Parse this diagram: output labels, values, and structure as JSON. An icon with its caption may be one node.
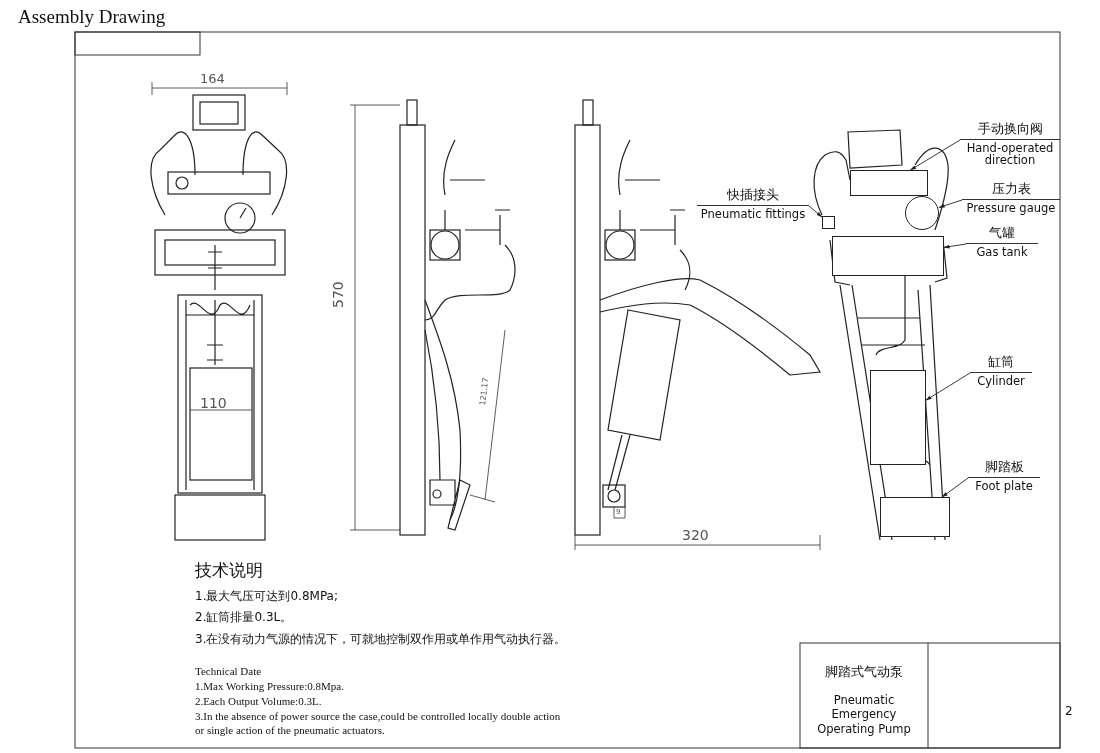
{
  "diagram": {
    "title": "Assembly Drawing",
    "nodes": [
      {
        "text": [
          "快插接头",
          "Pneumatic fittings"
        ]
      },
      {
        "text": [
          "手动换向阀",
          "Hand-operated direction"
        ]
      },
      {
        "text": [
          "压力表",
          "Pressure gauge"
        ]
      },
      {
        "text": [
          "气罐",
          "Gas tank"
        ]
      },
      {
        "text": [
          "缸筒",
          "Cylinder"
        ]
      },
      {
        "text": [
          "脚踏板",
          "Foot plate"
        ]
      },
      {
        "text": [],
        "shape": "box"
      },
      {
        "text": [],
        "shape": "box"
      },
      {
        "text": [],
        "shape": "circle"
      },
      {
        "text": [],
        "shape": "box"
      },
      {
        "text": [],
        "shape": "box"
      },
      {
        "text": [],
        "shape": "box"
      }
    ],
    "edges": [
      {
        "from": 0,
        "to": 6,
        "arrow": "to"
      },
      {
        "from": 1,
        "to": 7,
        "arrow": "to"
      },
      {
        "from": 2,
        "to": 8,
        "arrow": "to"
      },
      {
        "from": 3,
        "to": 9,
        "arrow": "to"
      },
      {
        "from": 4,
        "to": 10,
        "arrow": "to"
      },
      {
        "from": 5,
        "to": 11,
        "arrow": "to"
      }
    ],
    "labels": [
      "164",
      "570",
      "110",
      "121.17",
      "9",
      "320",
      "技术说明",
      "1.最大气压可达到0.8MPa;",
      "2.缸筒排量0.3L。",
      "3.在没有动力气源的情况下，可就地控制双作用或单作用气动执行器。",
      "Technical Date",
      "1.Max Working Pressure:0.8Mpa.",
      "2.Each Output Volume:0.3L.",
      "3.In the absence of power source the case,could be controlled locally double action or single action of the pneumatic actuators.",
      "脚踏式气动泵",
      "Pneumatic Emergency Operating Pump",
      "2"
    ]
  }
}
